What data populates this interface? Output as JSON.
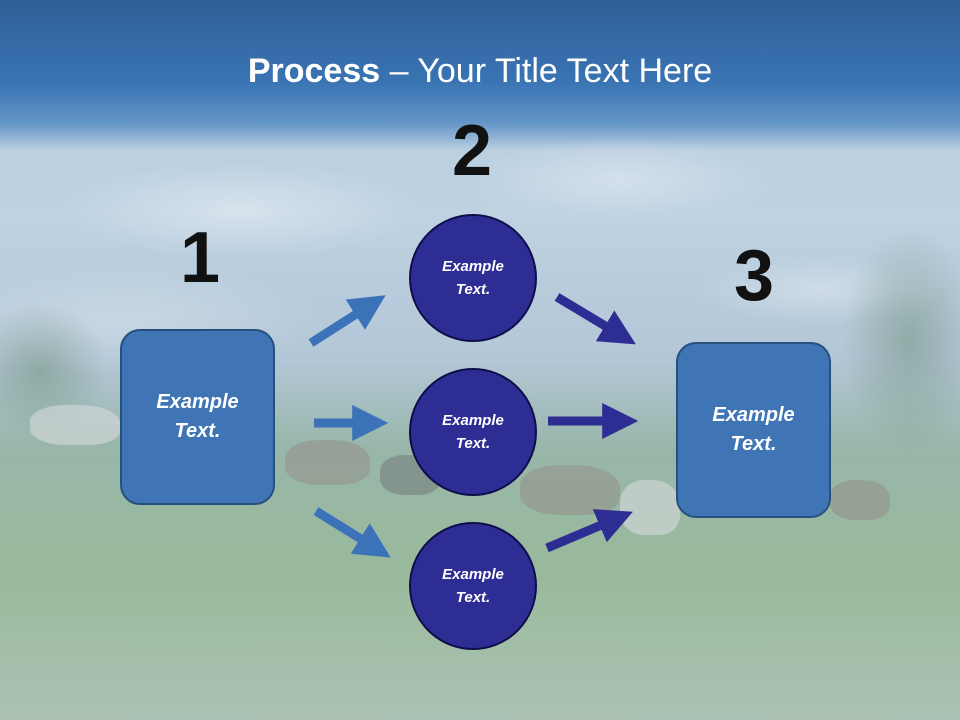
{
  "title": {
    "bold": "Process",
    "rest": " – Your Title Text Here"
  },
  "steps": [
    {
      "number": "1",
      "label": [
        "Example",
        "Text."
      ]
    },
    {
      "number": "2",
      "items": [
        {
          "label": [
            "Example",
            "Text."
          ]
        },
        {
          "label": [
            "Example",
            "Text."
          ]
        },
        {
          "label": [
            "Example",
            "Text."
          ]
        }
      ]
    },
    {
      "number": "3",
      "label": [
        "Example",
        "Text."
      ]
    }
  ],
  "colors": {
    "box_fill": "#3f75b5",
    "circle_fill": "#2e2d94",
    "arrow_left": "#3c73b8",
    "arrow_right": "#2e2d94",
    "title_band": "#3a74b3"
  }
}
